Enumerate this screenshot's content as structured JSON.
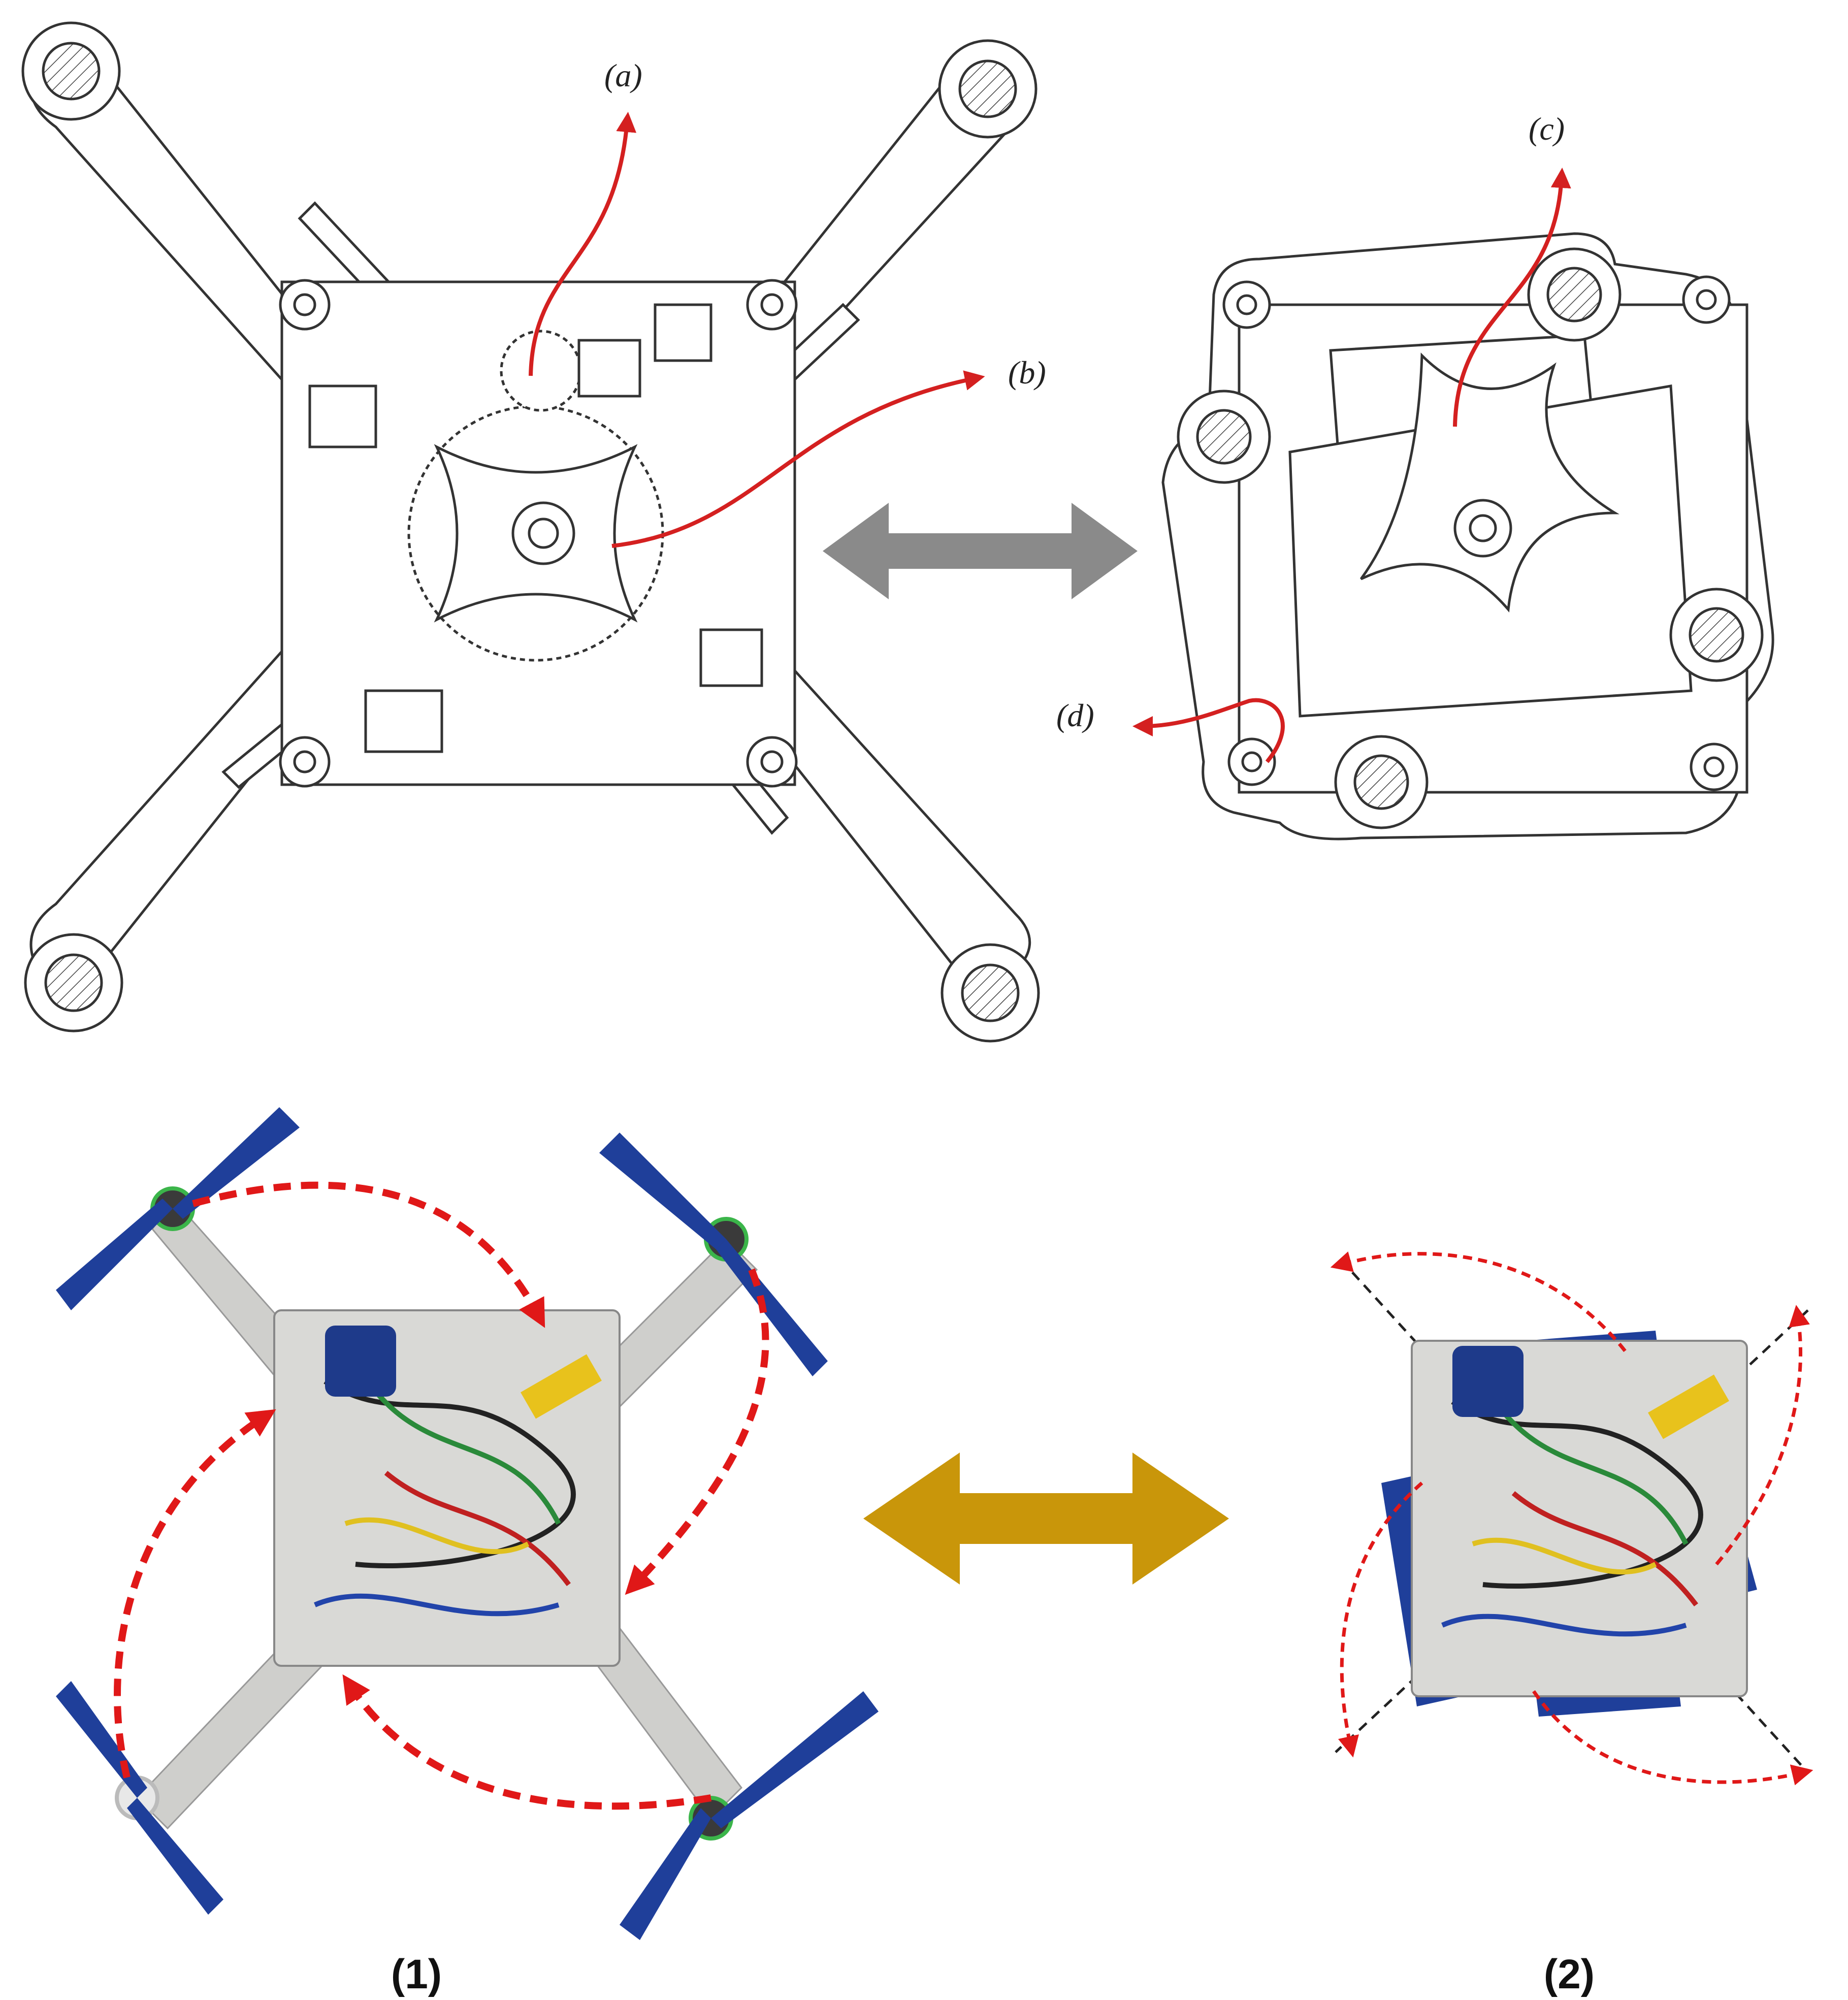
{
  "labels": {
    "a": "(a)",
    "b": "(b)",
    "c": "(c)",
    "d": "(d)",
    "photo_1": "(1)",
    "photo_2": "(2)"
  },
  "colors": {
    "callout_arrow": "#d42020",
    "cad_transition_arrow": "#8a8a8a",
    "photo_transition_arrow": "#c9960a",
    "fold_path": "#e01818",
    "propeller": "#1f3f9a",
    "frame_plate": "#d9d9d6",
    "diagonal_guide": "#222222"
  }
}
